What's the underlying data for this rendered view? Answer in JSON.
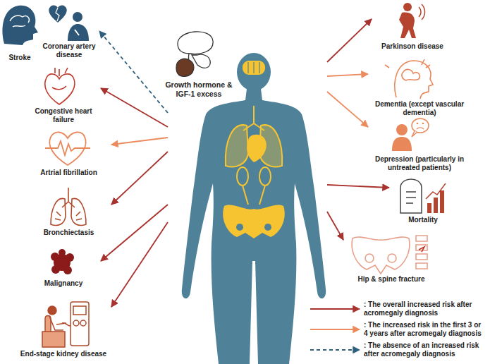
{
  "diagram": {
    "nodes": [
      {
        "text": [
          "Growth hormone & IGF-1 excess"
        ]
      },
      {
        "text": [
          "Stroke"
        ]
      },
      {
        "text": [
          "Coronary artery disease"
        ]
      },
      {
        "text": [
          "Congestive heart failure"
        ]
      },
      {
        "text": [
          "Artrial fibrillation"
        ]
      },
      {
        "text": [
          "Bronchiectasis"
        ]
      },
      {
        "text": [
          "Malignancy"
        ]
      },
      {
        "text": [
          "End-stage kidney disease"
        ]
      },
      {
        "text": [
          "Parkinson disease"
        ]
      },
      {
        "text": [
          "Dementia (except vascular dementia)"
        ]
      },
      {
        "text": [
          "Depression (particularly in untreated patients)"
        ]
      },
      {
        "text": [
          "Mortality"
        ]
      },
      {
        "text": [
          "Hip & spine fracture"
        ]
      }
    ],
    "edges": [
      {
        "from": 0,
        "to": 2,
        "arrow": "to"
      },
      {
        "from": 0,
        "to": 3,
        "arrow": "to"
      },
      {
        "from": 0,
        "to": 4,
        "arrow": "to"
      },
      {
        "from": 0,
        "to": 5,
        "arrow": "to"
      },
      {
        "from": 0,
        "to": 6,
        "arrow": "to"
      },
      {
        "from": 0,
        "to": 7,
        "arrow": "to"
      },
      {
        "from": 0,
        "to": 8,
        "arrow": "to"
      },
      {
        "from": 0,
        "to": 9,
        "arrow": "to"
      },
      {
        "from": 0,
        "to": 10,
        "arrow": "to"
      },
      {
        "from": 0,
        "to": 11,
        "arrow": "to"
      },
      {
        "from": 0,
        "to": 12,
        "arrow": "to"
      }
    ],
    "legend": [
      {
        "text": ": The overall increased risk after acromegaly diagnosis"
      },
      {
        "text": ": The increased risk in the first 3 or 4 years after acromegaly diagnosis"
      },
      {
        "text": ": The absence of an increased risk after acromegaly diagnosis"
      }
    ]
  }
}
